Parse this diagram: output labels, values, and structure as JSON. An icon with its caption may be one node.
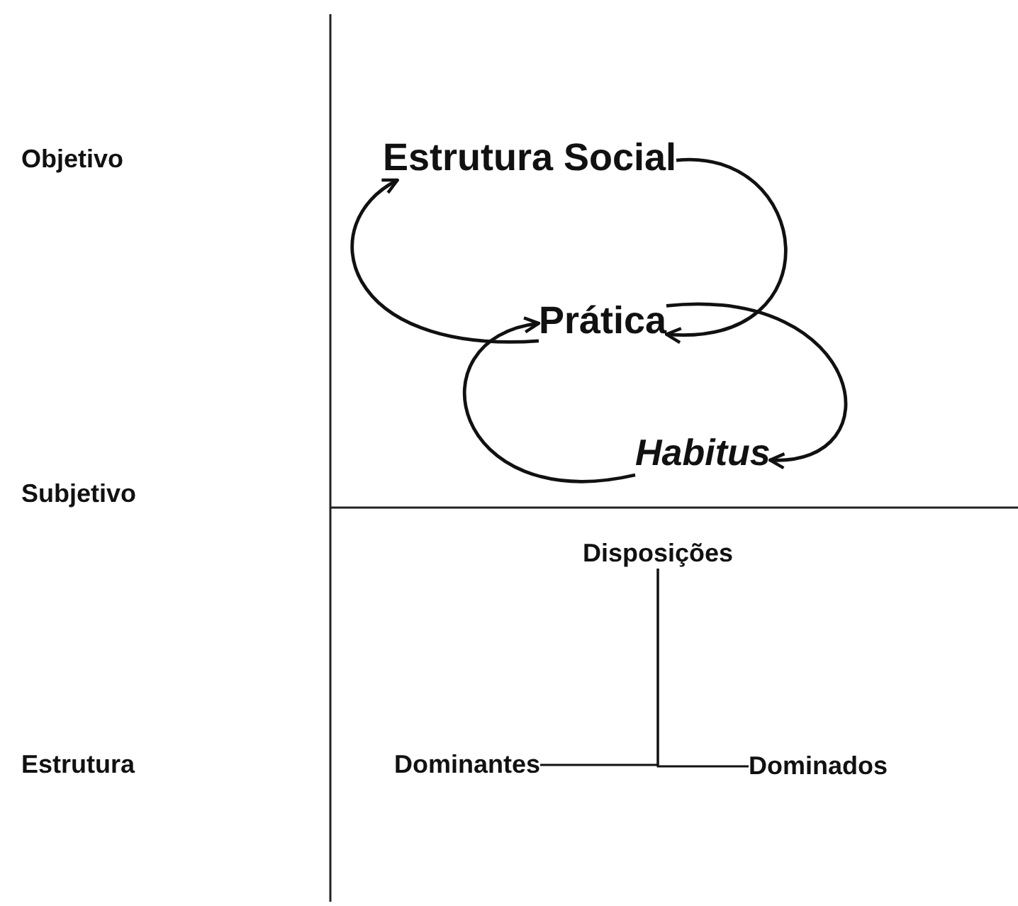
{
  "diagram": {
    "nodes": [
      {
        "text": [
          "Estrutura Social"
        ]
      },
      {
        "text": [
          "Prática"
        ]
      },
      {
        "text": [
          "Habitus"
        ]
      },
      {
        "text": [
          "Disposições"
        ]
      },
      {
        "text": [
          "Dominantes"
        ]
      },
      {
        "text": [
          "Dominados"
        ]
      }
    ],
    "edges": [
      {
        "from": 0,
        "to": 1,
        "arrow": "to"
      },
      {
        "from": 1,
        "to": 2,
        "arrow": "to"
      },
      {
        "from": 2,
        "to": 1,
        "arrow": "to"
      },
      {
        "from": 1,
        "to": 0,
        "arrow": "to"
      },
      {
        "from": 3,
        "to": 4,
        "arrow": "none"
      },
      {
        "from": 3,
        "to": 5,
        "arrow": "none"
      }
    ],
    "labels": [
      "Objetivo",
      "Subjetivo",
      "Estrutura"
    ]
  }
}
